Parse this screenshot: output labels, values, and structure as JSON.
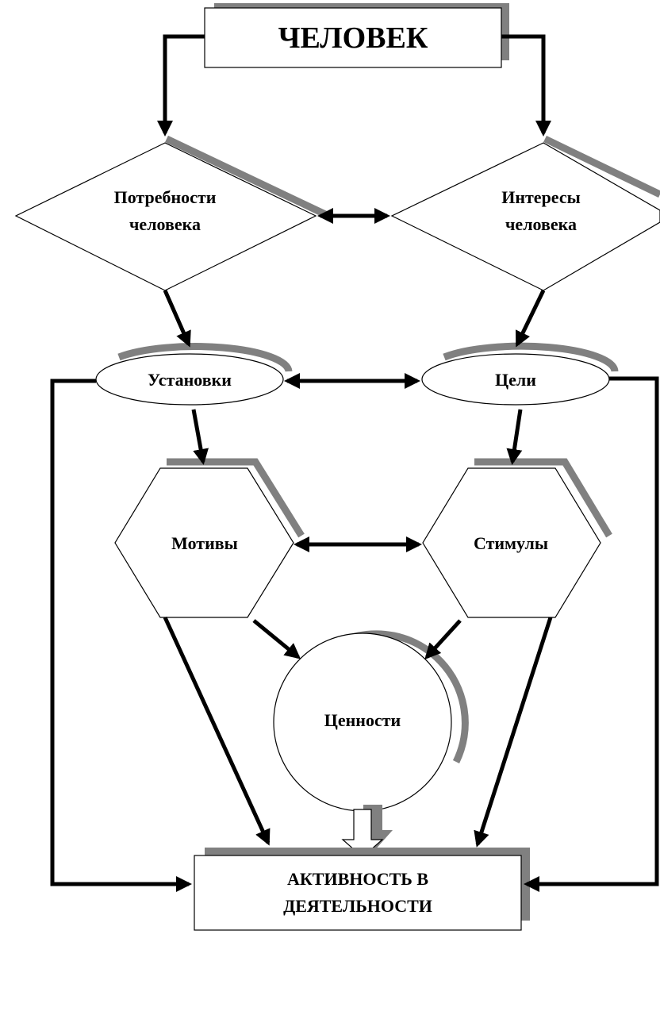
{
  "nodes": {
    "person": "ЧЕЛОВЕК",
    "needs": [
      "Потребности",
      "человека"
    ],
    "interests": [
      "Интересы",
      "человека"
    ],
    "attitudes": "Установки",
    "goals": "Цели",
    "motives": "Мотивы",
    "stimuli": "Стимулы",
    "values": "Ценности",
    "activity": [
      "АКТИВНОСТЬ В",
      "ДЕЯТЕЛЬНОСТИ"
    ]
  },
  "colors": {
    "stroke": "#000000",
    "shadow": "#808080",
    "fill": "#ffffff"
  }
}
